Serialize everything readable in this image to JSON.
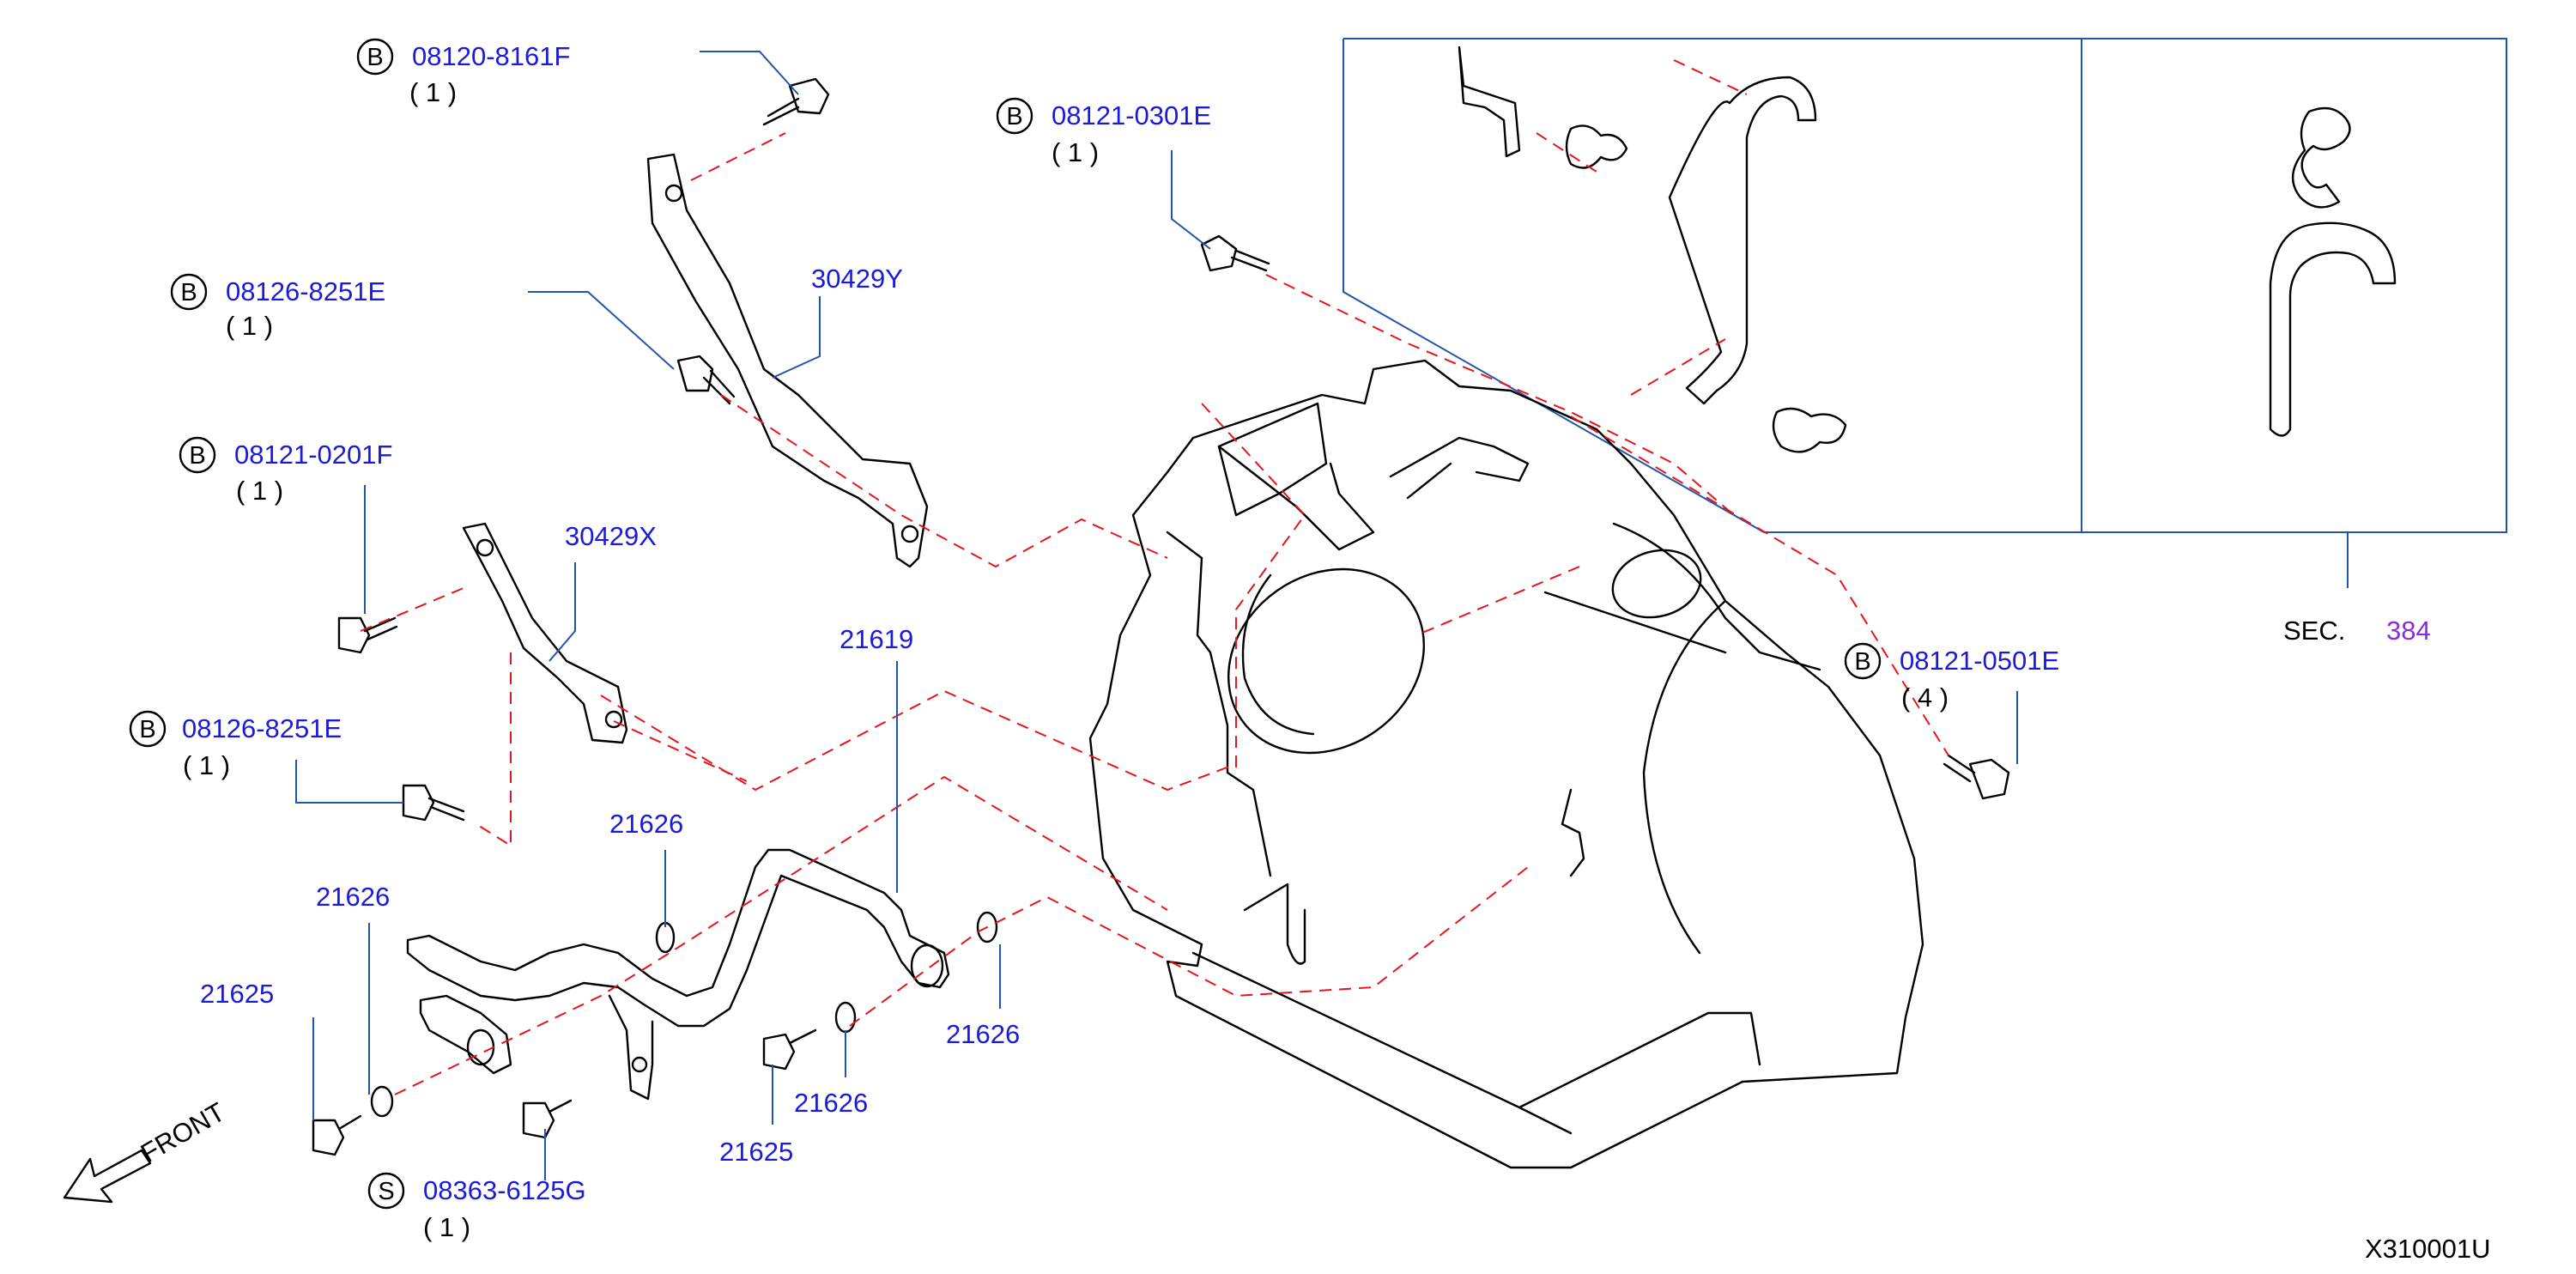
{
  "callouts": {
    "c1": {
      "letter": "B",
      "part": "08120-8161F",
      "qty": "( 1 )"
    },
    "c2": {
      "letter": "B",
      "part": "08126-8251E",
      "qty": "( 1 )"
    },
    "c3": {
      "letter": "B",
      "part": "08121-0201F",
      "qty": "( 1 )"
    },
    "c4": {
      "letter": "B",
      "part": "08126-8251E",
      "qty": "( 1 )"
    },
    "c5": {
      "letter": "B",
      "part": "08121-0301E",
      "qty": "( 1 )"
    },
    "c6": {
      "letter": "B",
      "part": "08121-0501E",
      "qty": "( 4 )"
    },
    "c7": {
      "letter": "S",
      "part": "08363-6125G",
      "qty": "( 1 )"
    }
  },
  "parts": {
    "p30429y": "30429Y",
    "p30429x": "30429X",
    "p21619": "21619",
    "p21626a": "21626",
    "p21626b": "21626",
    "p21626c": "21626",
    "p21626d": "21626",
    "p21625a": "21625",
    "p21625b": "21625"
  },
  "section": {
    "prefix": "SEC.",
    "number": "384"
  },
  "front_label": "FRONT",
  "diagram_id": "X310001U",
  "colors": {
    "label": "#1a1adb",
    "section_link": "#8a2be2",
    "leader": "#2255aa",
    "dash": "#e8141c"
  }
}
